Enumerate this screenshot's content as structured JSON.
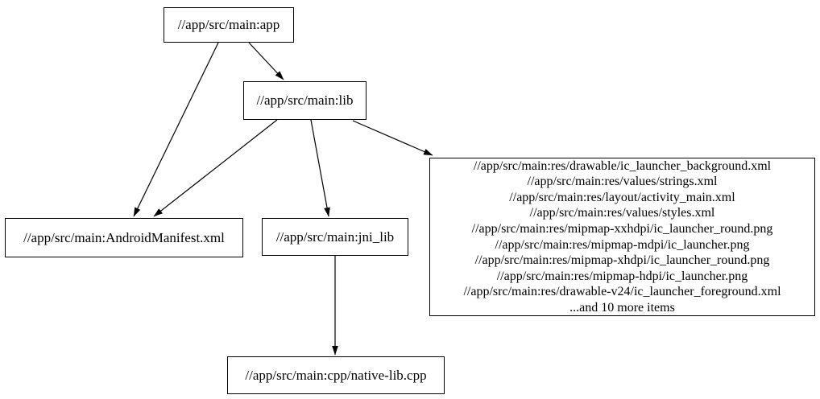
{
  "diagram": {
    "type": "dependency-graph",
    "background_color": "#ffffff",
    "node_border_color": "#000000",
    "node_fill_color": "#ffffff",
    "edge_color": "#000000",
    "text_color": "#000000",
    "nodes": {
      "app": {
        "label": "//app/src/main:app"
      },
      "lib": {
        "label": "//app/src/main:lib"
      },
      "manifest": {
        "label": "//app/src/main:AndroidManifest.xml"
      },
      "jni_lib": {
        "label": "//app/src/main:jni_lib"
      },
      "res": {
        "lines": [
          "//app/src/main:res/drawable/ic_launcher_background.xml",
          "//app/src/main:res/values/strings.xml",
          "//app/src/main:res/layout/activity_main.xml",
          "//app/src/main:res/values/styles.xml",
          "//app/src/main:res/mipmap-xxhdpi/ic_launcher_round.png",
          "//app/src/main:res/mipmap-mdpi/ic_launcher.png",
          "//app/src/main:res/mipmap-xhdpi/ic_launcher_round.png",
          "//app/src/main:res/mipmap-hdpi/ic_launcher.png",
          "//app/src/main:res/drawable-v24/ic_launcher_foreground.xml",
          "...and 10 more items"
        ]
      },
      "native_lib": {
        "label": "//app/src/main:cpp/native-lib.cpp"
      }
    },
    "edges": [
      {
        "from": "app",
        "to": "lib"
      },
      {
        "from": "app",
        "to": "manifest"
      },
      {
        "from": "lib",
        "to": "manifest"
      },
      {
        "from": "lib",
        "to": "jni_lib"
      },
      {
        "from": "lib",
        "to": "res"
      },
      {
        "from": "jni_lib",
        "to": "native_lib"
      }
    ]
  }
}
